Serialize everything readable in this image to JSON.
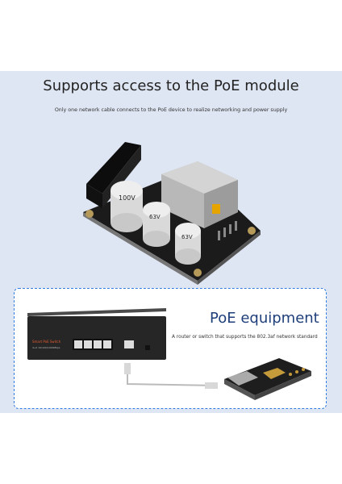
{
  "header": {
    "title": "Supports access to the PoE module",
    "subtitle": "Only one network cable connects to the PoE device to realize networking and power supply"
  },
  "module": {
    "cap1_label": "100V",
    "cap2_label": "63V",
    "cap3_label": "63V"
  },
  "equipment": {
    "title": "PoE equipment",
    "subtitle": "A router or switch that supports the 802.3af network standard",
    "switch_label": "Smart PoE Switch",
    "switch_sub": "4+2 10/100/1000Mbps"
  },
  "colors": {
    "panel": "#dfe6f3",
    "frame": "#2f7be0",
    "title_blue": "#1f3f7a"
  }
}
